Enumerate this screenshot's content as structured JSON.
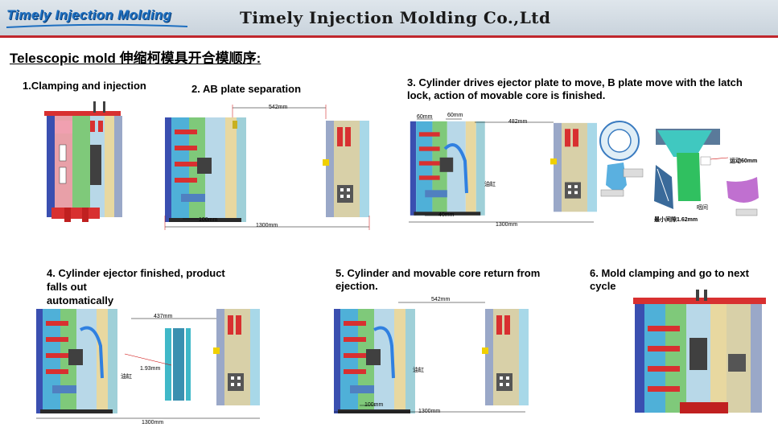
{
  "header": {
    "logo_text": "Timely Injection Molding",
    "company_name": "Timely Injection Molding Co.,Ltd",
    "brand_blue": "#1e6fc0",
    "accent_red": "#c0272d"
  },
  "title": "Telescopic mold 伸缩柯模具开合模顺序:",
  "steps": [
    {
      "label": "1.Clamping and injection"
    },
    {
      "label": "2. AB plate separation",
      "dims": {
        "top": "542mm",
        "bottom_small": "100mm",
        "bottom": "1300mm"
      }
    },
    {
      "label": "3. Cylinder drives ejector plate to move, B plate move with the latch lock, action of movable core is finished.",
      "dims": {
        "a": "60mm",
        "b": "60mm",
        "top": "482mm",
        "small": "40mm",
        "bottom": "1300mm",
        "cyl": "油缸"
      },
      "detail": {
        "move": "运动60mm",
        "min_gap": "最小间隙1.62mm",
        "label_right": "咽间"
      }
    },
    {
      "label_line1": "4. Cylinder ejector finished, product",
      "label_line2": "falls out",
      "label_line3": "automatically",
      "dims": {
        "top": "437mm",
        "gap": "1.93mm",
        "bottom": "1300mm",
        "cyl": "油缸"
      }
    },
    {
      "label": "5. Cylinder and movable core return from ejection.",
      "dims": {
        "top": "542mm",
        "small": "100mm",
        "bottom": "1300mm",
        "cyl": "油缸"
      }
    },
    {
      "label": "6. Mold clamping and go to next cycle"
    }
  ]
}
